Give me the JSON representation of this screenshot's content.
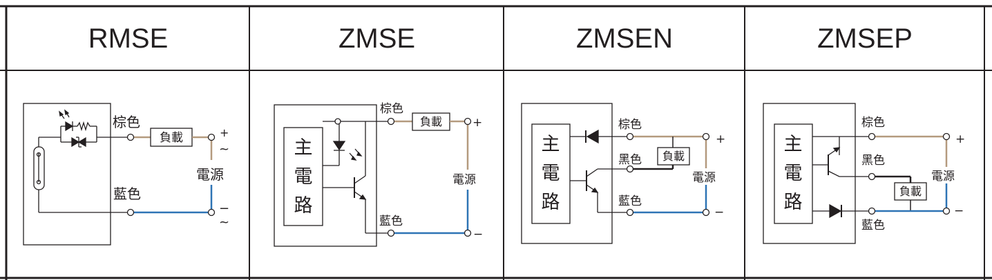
{
  "columns": [
    {
      "model": "RMSE"
    },
    {
      "model": "ZMSE"
    },
    {
      "model": "ZMSEN"
    },
    {
      "model": "ZMSEP"
    }
  ],
  "labels": {
    "brown": "棕色",
    "blue": "藍色",
    "black": "黑色",
    "load": "負載",
    "power": "電源",
    "main_circuit": [
      "主",
      "電",
      "路"
    ],
    "plus": "+",
    "minus": "−",
    "ac": "~"
  },
  "colors": {
    "brown_wire": "#b49a7e",
    "blue_wire": "#2e74b5",
    "black_wire": "#231f20",
    "line": "#231f20"
  }
}
